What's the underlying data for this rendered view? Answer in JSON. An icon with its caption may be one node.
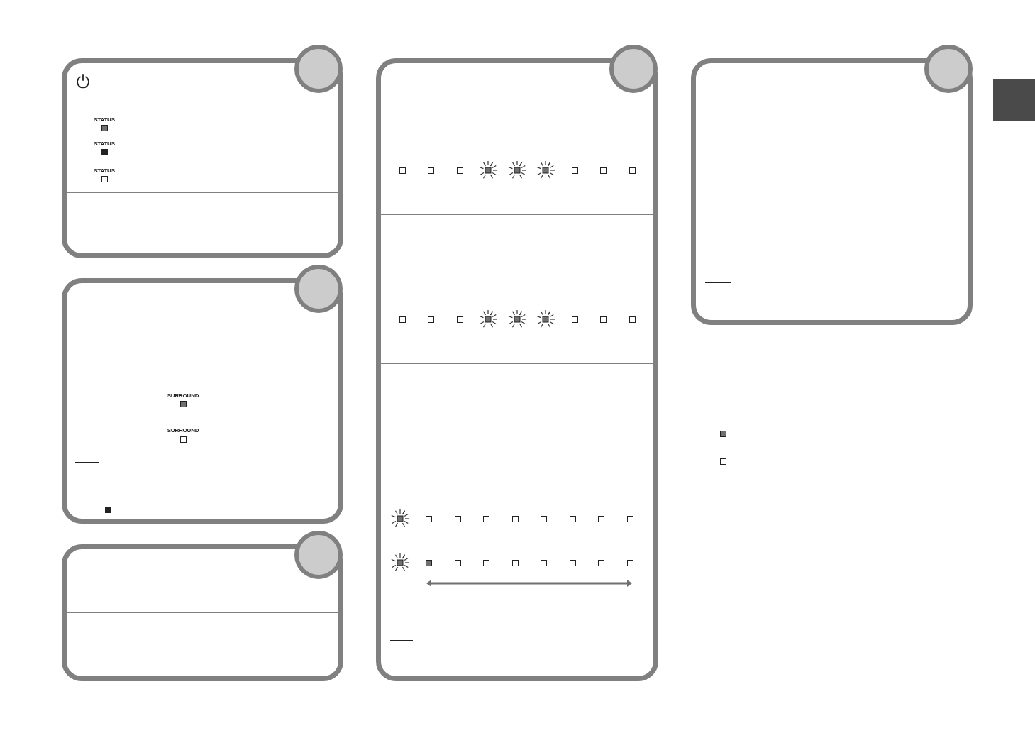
{
  "diagram": {
    "nodes": [
      {
        "text": [
          "STATUS",
          "STATUS",
          "STATUS"
        ]
      },
      {
        "text": [
          "SURROUND",
          "SURROUND"
        ]
      },
      {
        "text": [],
        "shape": "box"
      },
      {
        "text": [],
        "shape": "box"
      },
      {
        "text": [],
        "shape": "box"
      }
    ]
  }
}
